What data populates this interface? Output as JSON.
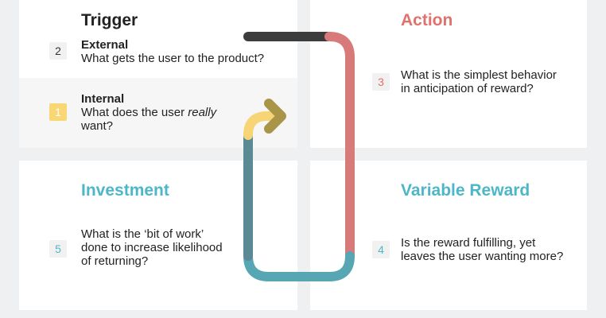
{
  "stages": {
    "trigger": {
      "title": "Trigger",
      "external": {
        "number": "2",
        "heading": "External",
        "question": "What gets the user to the product?"
      },
      "internal": {
        "number": "1",
        "heading": "Internal",
        "question_pre": "What does the user ",
        "question_em": "really",
        "question_post": "want?"
      }
    },
    "action": {
      "title": "Action",
      "number": "3",
      "line1": "What is the simplest behavior",
      "line2": "in anticipation of reward?"
    },
    "investment": {
      "title": "Investment",
      "number": "5",
      "line1": "What is the ‘bit of work’",
      "line2": "done to increase likelihood",
      "line3": "of returning?"
    },
    "reward": {
      "title": "Variable Reward",
      "number": "4",
      "line1": "Is the reward fulfilling, yet",
      "line2": "leaves the user wanting more?"
    }
  },
  "colors": {
    "trigger": "#222222",
    "action": "#e0716d",
    "investment": "#4eb6c9",
    "internal_badge": "#f9d775",
    "loop_dark": "#3c3c3c",
    "loop_red": "#d8797a",
    "loop_teal": "#57a6b4",
    "loop_slate": "#5b8a94",
    "arrow_yellow": "#f7d577",
    "arrow_olive": "#a99548"
  }
}
